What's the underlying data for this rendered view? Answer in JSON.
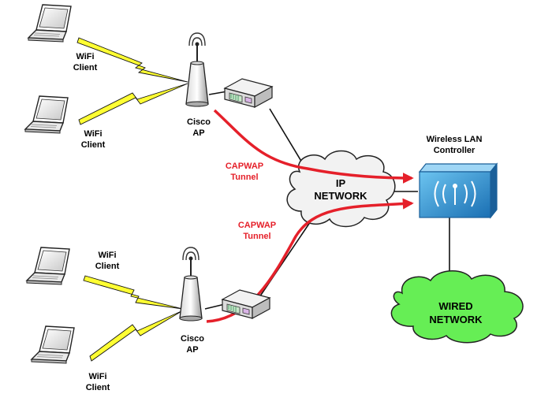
{
  "labels": {
    "wifi_client_1": [
      "WiFi",
      "Client"
    ],
    "wifi_client_2": [
      "WiFi",
      "Client"
    ],
    "wifi_client_3": [
      "WiFi",
      "Client"
    ],
    "wifi_client_4": [
      "WiFi",
      "Client"
    ],
    "ap_top": [
      "Cisco",
      "AP"
    ],
    "ap_bottom": [
      "Cisco",
      "AP"
    ],
    "capwap_top": [
      "CAPWAP",
      "Tunnel"
    ],
    "capwap_bottom": [
      "CAPWAP",
      "Tunnel"
    ],
    "ip_network": [
      "IP",
      "NETWORK"
    ],
    "wlc": [
      "Wireless LAN",
      "Controller"
    ],
    "wired_network": [
      "WIRED",
      "NETWORK"
    ]
  },
  "icons": {
    "laptop": "laptop-icon",
    "access_point": "antenna-icon",
    "switch": "switch-icon",
    "controller": "wlc-icon",
    "cloud": "cloud-icon",
    "wireless_link": "lightning-bolt-icon"
  },
  "colors": {
    "capwap_tunnel": "#e5202a",
    "wired_cloud_fill": "#66ee55",
    "ip_cloud_fill": "#f2f2f2",
    "wlc_fill": "#2a8fd0",
    "wireless_bolt": "#ffff33"
  }
}
